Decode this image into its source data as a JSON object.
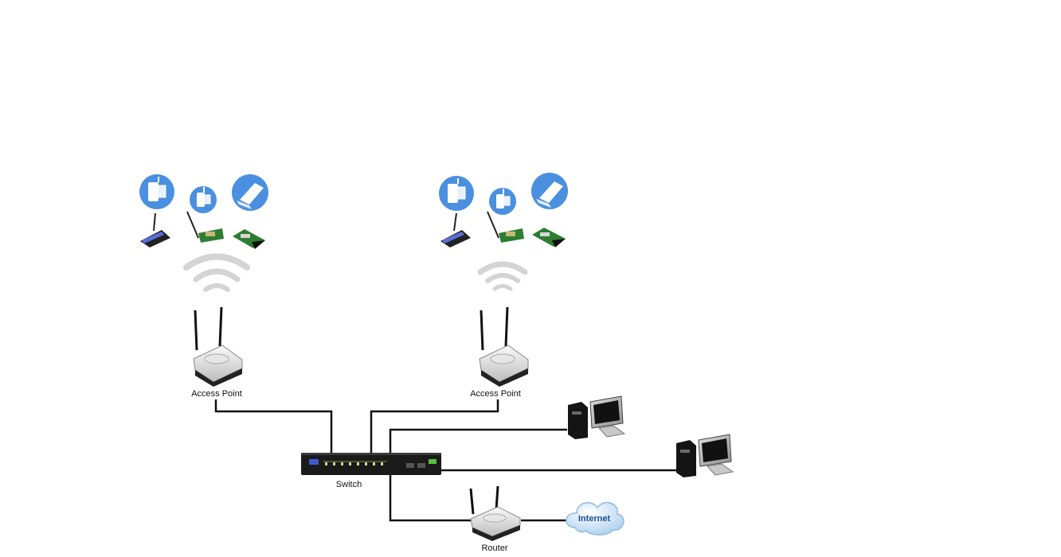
{
  "labels": {
    "access_point_left": "Access Point",
    "access_point_right": "Access Point",
    "switch": "Switch",
    "router": "Router",
    "internet": "Internet"
  },
  "colors": {
    "client_circle": "#4a8fe0",
    "wifi_waves": "#d4d4d4",
    "cable": "#111111",
    "cloud": "#cfe4f7",
    "cloud_text": "#1e4f95"
  }
}
